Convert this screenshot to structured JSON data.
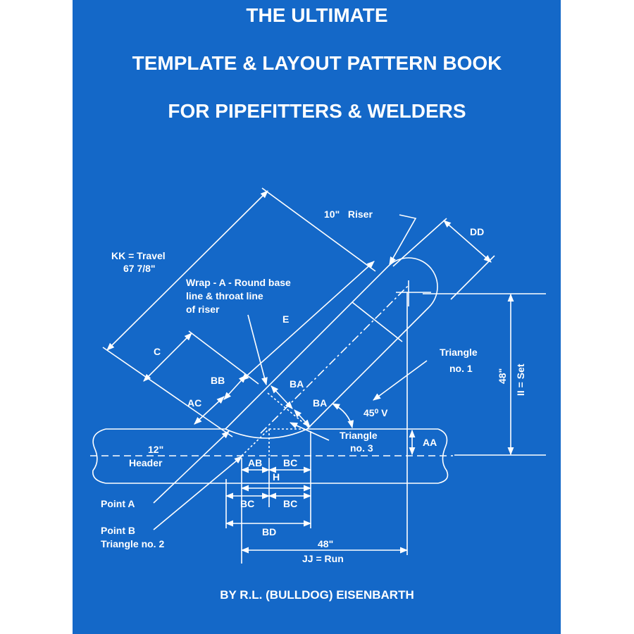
{
  "cover": {
    "background": "#1468c8",
    "title_line1": "THE ULTIMATE",
    "title_line2": "TEMPLATE & LAYOUT PATTERN BOOK",
    "title_line3": "FOR PIPEFITTERS & WELDERS",
    "author": "BY R.L. (BULLDOG) EISENBARTH"
  },
  "diagram": {
    "labels": {
      "riser": "10\"   Riser",
      "dd": "DD",
      "kk_travel": "KK = Travel",
      "kk_value": "67 7/8\"",
      "wrap1": "Wrap - A - Round base",
      "wrap2": "line & throat line",
      "wrap3": "of riser",
      "e": "E",
      "c": "C",
      "bb": "BB",
      "ba_top": "BA",
      "ba_mid": "BA",
      "ac": "AC",
      "triangle1_a": "Triangle",
      "triangle1_b": "no. 1",
      "angle": "45⁰ V",
      "set_value": "48\"",
      "set_label": "II = Set",
      "triangle3_a": "Triangle",
      "triangle3_b": "no. 3",
      "aa": "AA",
      "header_size": "12\"",
      "header": "Header",
      "ab": "AB",
      "bc_top": "BC",
      "h": "H",
      "point_a": "Point A",
      "bc_left": "BC",
      "bc_right": "BC",
      "point_b": "Point B",
      "triangle2": "Triangle no. 2",
      "bd": "BD",
      "run_value": "48\"",
      "run_label": "JJ = Run"
    }
  }
}
